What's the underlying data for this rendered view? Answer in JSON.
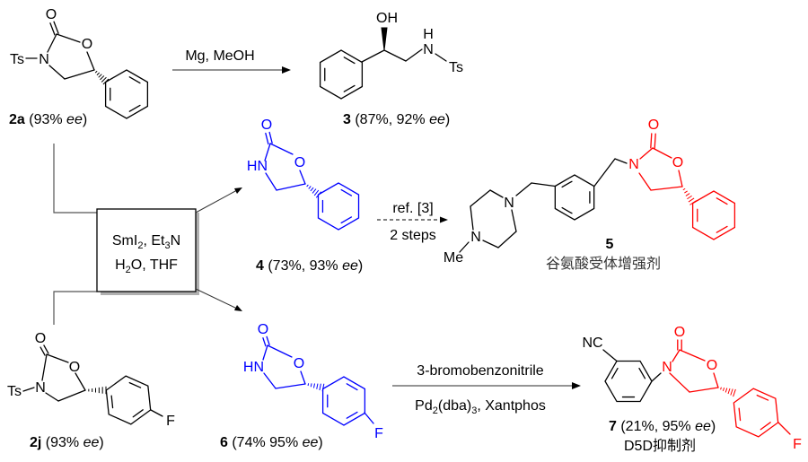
{
  "colors": {
    "black": "#000000",
    "blue": "#0000ff",
    "red": "#ff0000",
    "box_shadow": "#b0b0b0"
  },
  "compounds": {
    "c2a": {
      "atoms": {
        "o_carbonyl": "O",
        "o_ring": "O",
        "n": "N",
        "ts": "Ts"
      },
      "label": {
        "id": "2a",
        "pre": " (93% ",
        "ee": "ee",
        "post": ")"
      }
    },
    "c3": {
      "atoms": {
        "oh": "OH",
        "h": "H",
        "n": "N",
        "ts": "Ts"
      },
      "label": {
        "id": "3",
        "pre": " (87%, 92% ",
        "ee": "ee",
        "post": ")"
      }
    },
    "c4": {
      "atoms": {
        "o_carbonyl": "O",
        "o_ring": "O",
        "hn": "HN"
      },
      "label": {
        "id": "4",
        "pre": " (73%, 93% ",
        "ee": "ee",
        "post": ")"
      }
    },
    "c5": {
      "atoms": {
        "n1": "N",
        "n2": "N",
        "me": "Me",
        "n_ox": "N",
        "o_carbonyl": "O",
        "o_ring": "O"
      },
      "label": {
        "id": "5",
        "desc": "谷氨酸受体增强剂"
      }
    },
    "c2j": {
      "atoms": {
        "o_carbonyl": "O",
        "o_ring": "O",
        "n": "N",
        "ts": "Ts",
        "f": "F"
      },
      "label": {
        "id": "2j",
        "pre": " (93% ",
        "ee": "ee",
        "post": ")"
      }
    },
    "c6": {
      "atoms": {
        "o_carbonyl": "O",
        "o_ring": "O",
        "hn": "HN",
        "f": "F"
      },
      "label": {
        "id": "6",
        "pre": " (74% 95% ",
        "ee": "ee",
        "post": ")"
      }
    },
    "c7": {
      "atoms": {
        "nc": "NC",
        "n": "N",
        "o_carbonyl": "O",
        "o_ring": "O",
        "f": "F"
      },
      "label": {
        "id": "7",
        "pre": " (21%, 95% ",
        "ee": "ee",
        "post": ")",
        "desc": "D5D抑制剂"
      }
    }
  },
  "reactions": {
    "mg": {
      "reagents": "Mg, MeOH"
    },
    "ref": {
      "top": "ref. [3]",
      "bottom": "2 steps"
    },
    "smi2": {
      "l1a": "SmI",
      "l1b": "2",
      "l1c": ", Et",
      "l1d": "3",
      "l1e": "N",
      "l2a": "H",
      "l2b": "2",
      "l2c": "O, THF"
    },
    "pd": {
      "top": "3-bromobenzonitrile",
      "b1": "Pd",
      "b2": "2",
      "b3": "(dba)",
      "b4": "3",
      "b5": ", Xantphos"
    }
  }
}
